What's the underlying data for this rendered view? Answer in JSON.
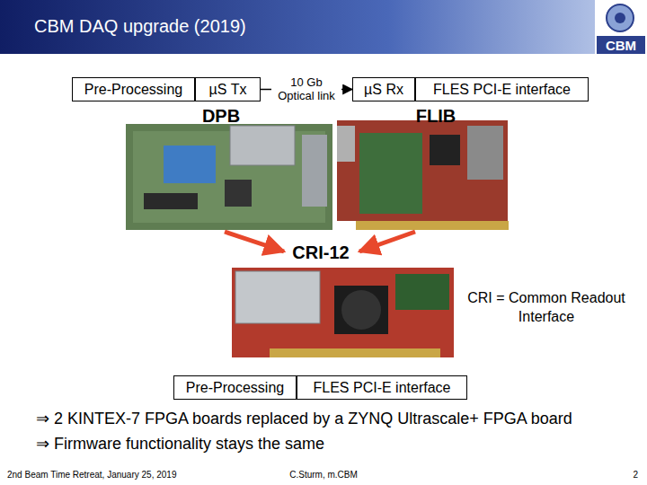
{
  "diagram": {
    "title": "CBM DAQ upgrade (2019)",
    "nodes": [
      {
        "text": [
          "Pre-Processing"
        ]
      },
      {
        "text": [
          "µS Tx"
        ]
      },
      {
        "text": [
          "µS Rx"
        ]
      },
      {
        "text": [
          "FLES PCI-E interface"
        ]
      },
      {
        "text": [
          "Pre-Processing"
        ]
      },
      {
        "text": [
          "FLES PCI-E interface"
        ]
      }
    ],
    "edges": [
      {
        "from": 1,
        "to": 2,
        "arrow": "to",
        "label": "10 Gb Optical link"
      }
    ],
    "labels": [
      "CBM",
      "DPB",
      "FLIB",
      "CRI-12",
      "CRI = Common Readout Interface",
      "⇒ 2 KINTEX-7 FPGA boards replaced by a ZYNQ Ultrascale+ FPGA board",
      "⇒ Firmware functionality stays the same",
      "2nd Beam Time Retreat, January 25, 2019",
      "C.Sturm, m.CBM",
      "2"
    ]
  }
}
